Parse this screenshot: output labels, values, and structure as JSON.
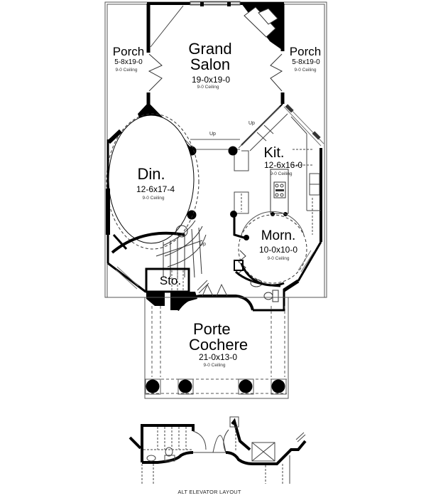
{
  "plan": {
    "type": "floor-plan",
    "rooms": {
      "grand_salon": {
        "name_line1": "Grand",
        "name_line2": "Salon",
        "size": "19-0x19-0",
        "ceiling": "9-0 Ceiling"
      },
      "porch_left": {
        "name": "Porch",
        "size": "5-8x19-0",
        "ceiling": "9-0 Ceiling"
      },
      "porch_right": {
        "name": "Porch",
        "size": "5-8x19-0",
        "ceiling": "9-0 Ceiling"
      },
      "kitchen": {
        "name": "Kit.",
        "size": "12-6x16-0",
        "ceiling": "9-0 Ceiling"
      },
      "dining": {
        "name": "Din.",
        "size": "12-6x17-4",
        "ceiling": "9-0 Ceiling"
      },
      "morning": {
        "name": "Morn.",
        "size": "10-0x10-0",
        "ceiling": "9-0 Ceiling"
      },
      "storage": {
        "name": "Sto."
      },
      "porte_cochere": {
        "name_line1": "Porte",
        "name_line2": "Cochere",
        "size": "21-0x13-0",
        "ceiling": "9-0 Ceiling"
      }
    },
    "stair_labels": {
      "salon_steps": "Up",
      "kitchen_steps": "Up",
      "main_stair": "Up"
    },
    "alt_layout_caption": "ALT ELEVATOR LAYOUT",
    "colors": {
      "wall": "#000000",
      "line": "#555555",
      "background": "#ffffff"
    }
  }
}
